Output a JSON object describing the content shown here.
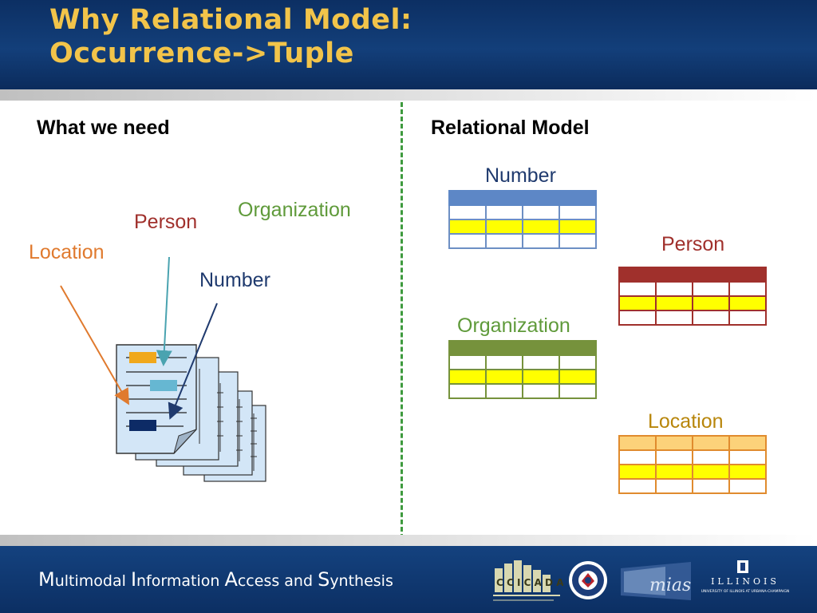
{
  "slide": {
    "title_line1": "Why Relational Model:",
    "title_line2": "Occurrence->Tuple"
  },
  "left": {
    "heading": "What we need",
    "labels": {
      "organization": "Organization",
      "person": "Person",
      "location": "Location",
      "number": "Number"
    }
  },
  "right": {
    "heading": "Relational Model",
    "tables": {
      "number": "Number",
      "person": "Person",
      "organization": "Organization",
      "location": "Location"
    }
  },
  "colors": {
    "title": "#f2c44a",
    "number": "#1f3a6e",
    "person": "#a0302c",
    "organization": "#5f9a3a",
    "location": "#e07a2e",
    "highlight": "#ffff00",
    "divider": "#3e9a3e"
  },
  "footer": {
    "caption_parts": [
      {
        "cap": "M",
        "rest": "ultimodal "
      },
      {
        "cap": "I",
        "rest": "nformation "
      },
      {
        "cap": "A",
        "rest": "ccess and "
      },
      {
        "cap": "S",
        "rest": "ynthesis"
      }
    ],
    "logos": [
      "ccicada-logo",
      "dhs-seal-logo",
      "mias-logo",
      "illinois-logo"
    ],
    "illinois_text": "ILLINOIS",
    "illinois_subtext": "UNIVERSITY OF ILLINOIS AT URBANA-CHAMPAIGN"
  }
}
